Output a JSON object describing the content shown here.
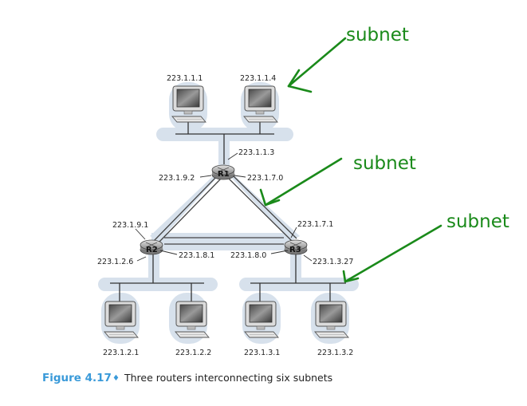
{
  "hosts": {
    "top_left": "223.1.1.1",
    "top_right": "223.1.1.4",
    "bottom_1": "223.1.2.1",
    "bottom_2": "223.1.2.2",
    "bottom_3": "223.1.3.1",
    "bottom_4": "223.1.3.2"
  },
  "routers": {
    "r1": {
      "label": "R1",
      "if_top": "223.1.1.3",
      "if_left": "223.1.9.2",
      "if_right": "223.1.7.0"
    },
    "r2": {
      "label": "R2",
      "if_top": "223.1.9.1",
      "if_right": "223.1.8.1",
      "if_left": "223.1.2.6"
    },
    "r3": {
      "label": "R3",
      "if_top": "223.1.7.1",
      "if_left": "223.1.8.0",
      "if_right": "223.1.3.27"
    }
  },
  "annotations": [
    "subnet",
    "subnet",
    "subnet"
  ],
  "caption": {
    "figure": "Figure 4.17",
    "separator": "♦",
    "text": "Three routers interconnecting six subnets"
  },
  "colors": {
    "annotation": "#1a8a1a",
    "caption_accent": "#3a9ad9",
    "subnet_shade": "#d7e1ec"
  }
}
